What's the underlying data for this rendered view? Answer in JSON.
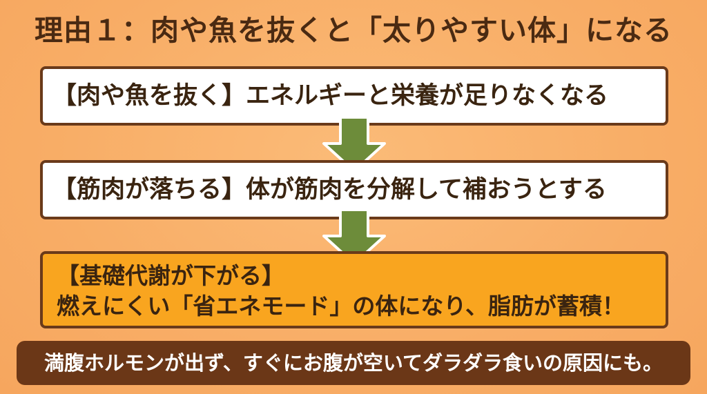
{
  "title": "理由１：肉や魚を抜くと「太りやすい体」になる",
  "steps": [
    {
      "text": "【肉や魚を抜く】エネルギーと栄養が足りなくなる"
    },
    {
      "text": "【筋肉が落ちる】体が筋肉を分解して補おうとする"
    },
    {
      "line1": "【基礎代謝が下がる】",
      "line2": "燃えにくい「省エネモード」の体になり、脂肪が蓄積！"
    }
  ],
  "footer": "満腹ホルモンが出ず、すぐにお腹が空いてダラダラ食いの原因にも。",
  "colors": {
    "background": "#f9b16c",
    "border": "#6a3a1a",
    "highlight_box": "#f9a51f",
    "arrow": "#6d8c3a",
    "footer_bg": "#6b3717"
  }
}
